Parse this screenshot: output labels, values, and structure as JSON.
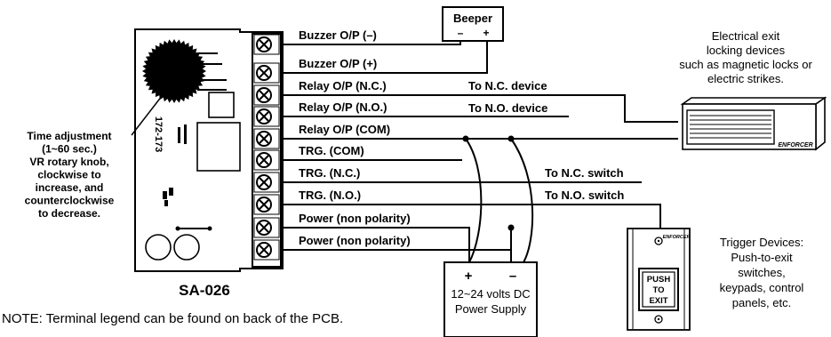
{
  "board": {
    "model": "SA-026",
    "pcb_code": "172-173"
  },
  "terminals": [
    "Buzzer O/P (–)",
    "Buzzer O/P (+)",
    "Relay O/P (N.C.)",
    "Relay O/P (N.O.)",
    "Relay O/P (COM)",
    "TRG. (COM)",
    "TRG. (N.C.)",
    "TRG. (N.O.)",
    "Power (non polarity)",
    "Power (non polarity)"
  ],
  "connections": {
    "to_nc_device": "To N.C. device",
    "to_no_device": "To N.O. device",
    "to_nc_switch": "To N.C. switch",
    "to_no_switch": "To N.O. switch"
  },
  "beeper": {
    "label": "Beeper",
    "minus": "–",
    "plus": "+"
  },
  "power_supply": {
    "plus": "+",
    "minus": "–",
    "line1": "12~24 volts DC",
    "line2": "Power Supply"
  },
  "time_adjust": [
    "Time adjustment",
    "(1~60 sec.)",
    "VR rotary knob,",
    "clockwise to",
    "increase, and",
    "counterclockwise",
    "to decrease."
  ],
  "lock_device": {
    "caption": [
      "Electrical exit",
      "locking devices",
      "such as magnetic locks or",
      "electric strikes."
    ],
    "brand": "ENFORCER"
  },
  "trigger": {
    "caption": [
      "Trigger Devices:",
      "Push-to-exit",
      "switches,",
      "keypads, control",
      "panels, etc."
    ],
    "brand": "ENFORCER",
    "button": [
      "PUSH",
      "TO",
      "EXIT"
    ]
  },
  "note": "NOTE: Terminal legend can be found on back of the PCB."
}
